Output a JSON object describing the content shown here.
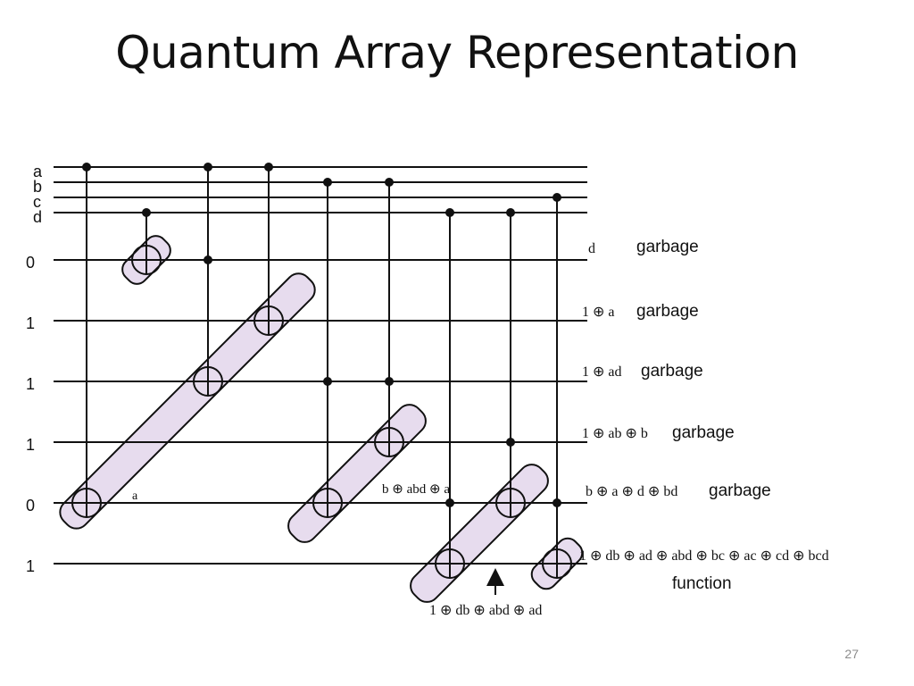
{
  "slide": {
    "title": "Quantum Array Representation",
    "page_number": "27"
  },
  "colors": {
    "line": "#111111",
    "gate_fill": "#e7dcee",
    "text": "#111111"
  },
  "inputs": {
    "control_labels": [
      "a",
      "b",
      "c",
      "d"
    ],
    "ancilla_values": [
      "0",
      "1",
      "1",
      "1",
      "0",
      "1"
    ]
  },
  "outputs": [
    {
      "expr": [
        "d"
      ],
      "note": "garbage"
    },
    {
      "expr": [
        "1",
        "a"
      ],
      "note": "garbage"
    },
    {
      "expr": [
        "1",
        "ad"
      ],
      "note": "garbage"
    },
    {
      "expr": [
        "1",
        "ab",
        "b"
      ],
      "note": "garbage"
    },
    {
      "expr": [
        "b",
        "a",
        "d",
        "bd"
      ],
      "note": "garbage"
    },
    {
      "expr": [
        "1",
        "db",
        "ad",
        "abd",
        "bc",
        "ac",
        "cd",
        "bcd"
      ],
      "note": "function"
    }
  ],
  "annotations": {
    "line4_intermediate": "a",
    "mid_expr": [
      "b",
      "abd",
      "a"
    ],
    "bottom_expr": [
      "1",
      "db",
      "abd",
      "ad"
    ]
  },
  "gates": [
    {
      "id": "g1",
      "controls": [
        "d"
      ],
      "targets": [
        0
      ]
    },
    {
      "id": "g2",
      "controls": [
        "a"
      ],
      "targets": [
        4
      ]
    },
    {
      "id": "g3",
      "controls": [
        "a",
        "ancilla0"
      ],
      "targets": [
        2
      ]
    },
    {
      "id": "g4",
      "controls": [
        "a"
      ],
      "targets": [
        1
      ]
    },
    {
      "id": "g5",
      "controls": [
        "b",
        "ancilla2"
      ],
      "targets": [
        4
      ]
    },
    {
      "id": "g6",
      "controls": [
        "b",
        "ancilla2"
      ],
      "targets": [
        3
      ]
    },
    {
      "id": "g7",
      "controls": [
        "d",
        "ancilla4"
      ],
      "targets": [
        5
      ]
    },
    {
      "id": "g8",
      "controls": [
        "d",
        "ancilla3"
      ],
      "targets": [
        4
      ]
    },
    {
      "id": "g9",
      "controls": [
        "c",
        "ancilla4"
      ],
      "targets": [
        5
      ]
    }
  ]
}
